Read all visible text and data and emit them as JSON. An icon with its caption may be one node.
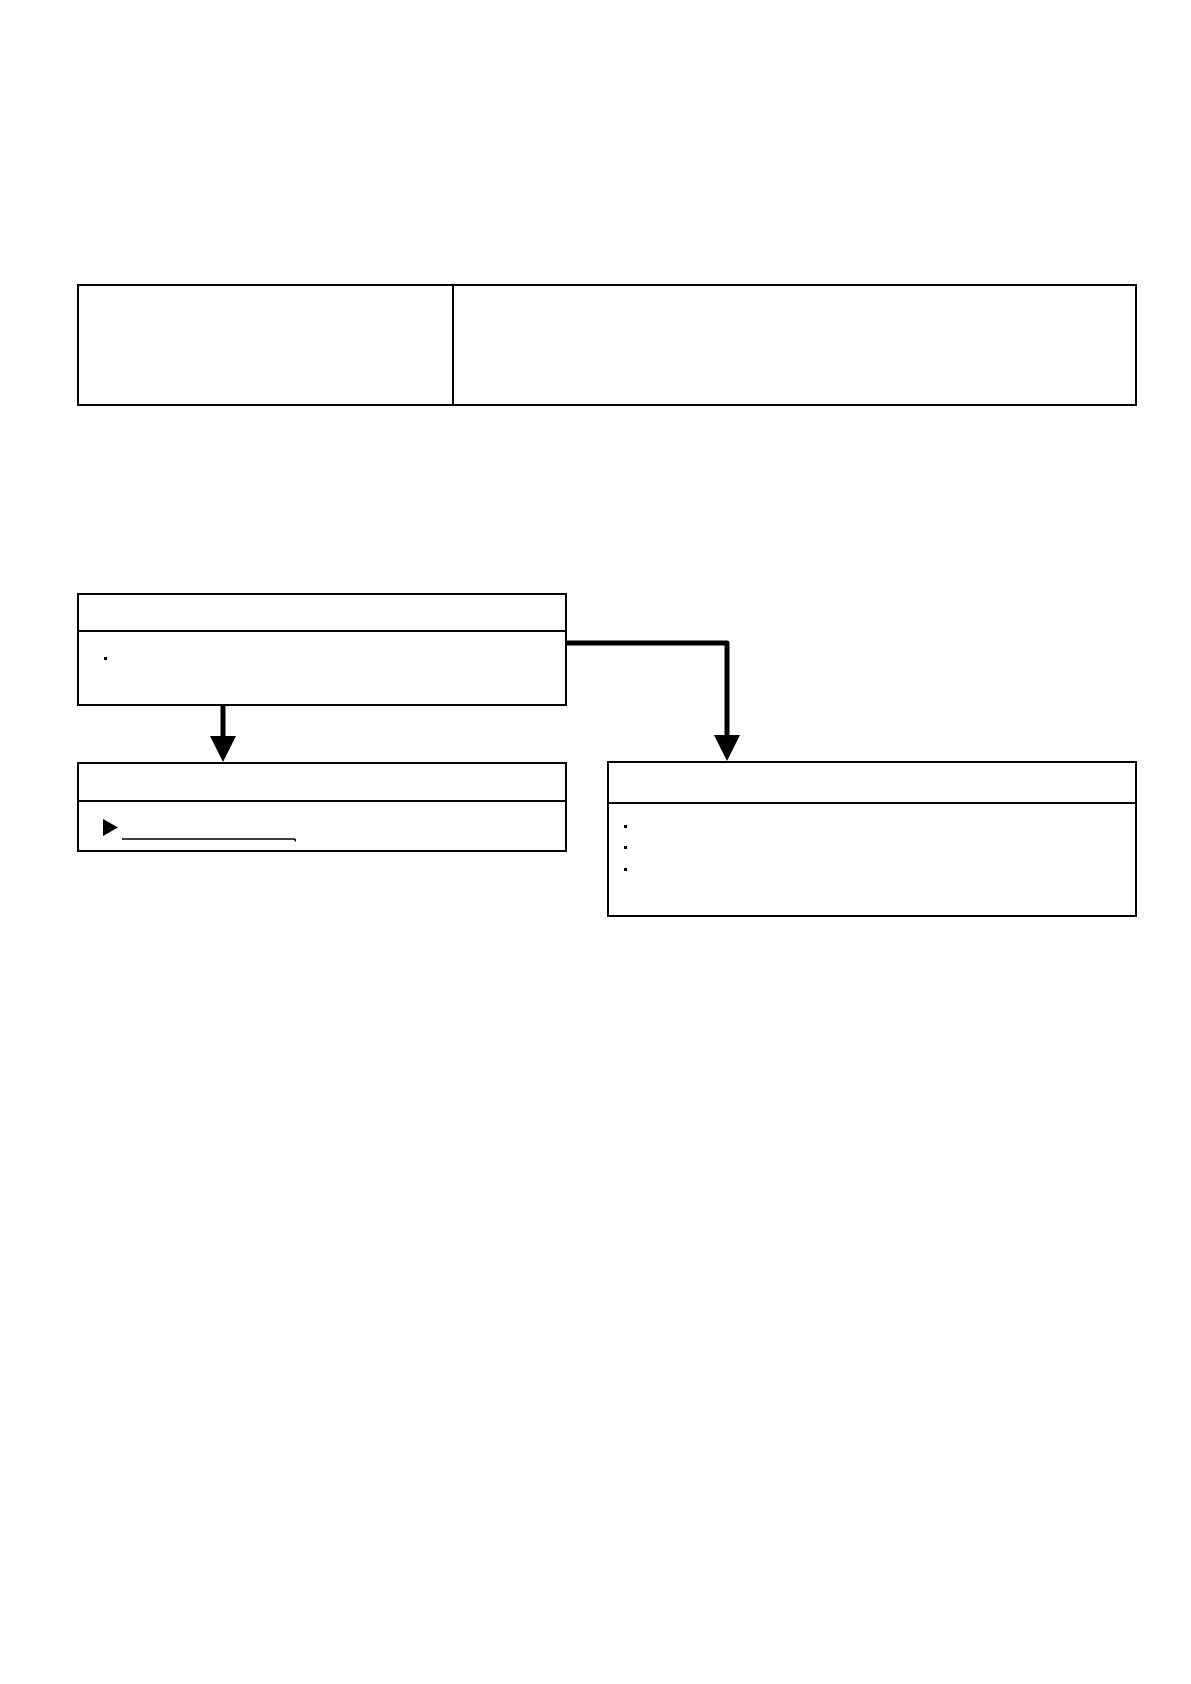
{
  "diagram": {
    "nodes": [
      {
        "text": [],
        "shape": "box"
      },
      {
        "text": [],
        "shape": "box"
      },
      {
        "text": [],
        "shape": "box"
      },
      {
        "text": [],
        "shape": "box"
      },
      {
        "text": [],
        "shape": "box"
      }
    ],
    "edges": [
      {
        "from": 2,
        "to": 3,
        "arrow": "to"
      },
      {
        "from": 2,
        "to": 4,
        "arrow": "to"
      }
    ]
  }
}
